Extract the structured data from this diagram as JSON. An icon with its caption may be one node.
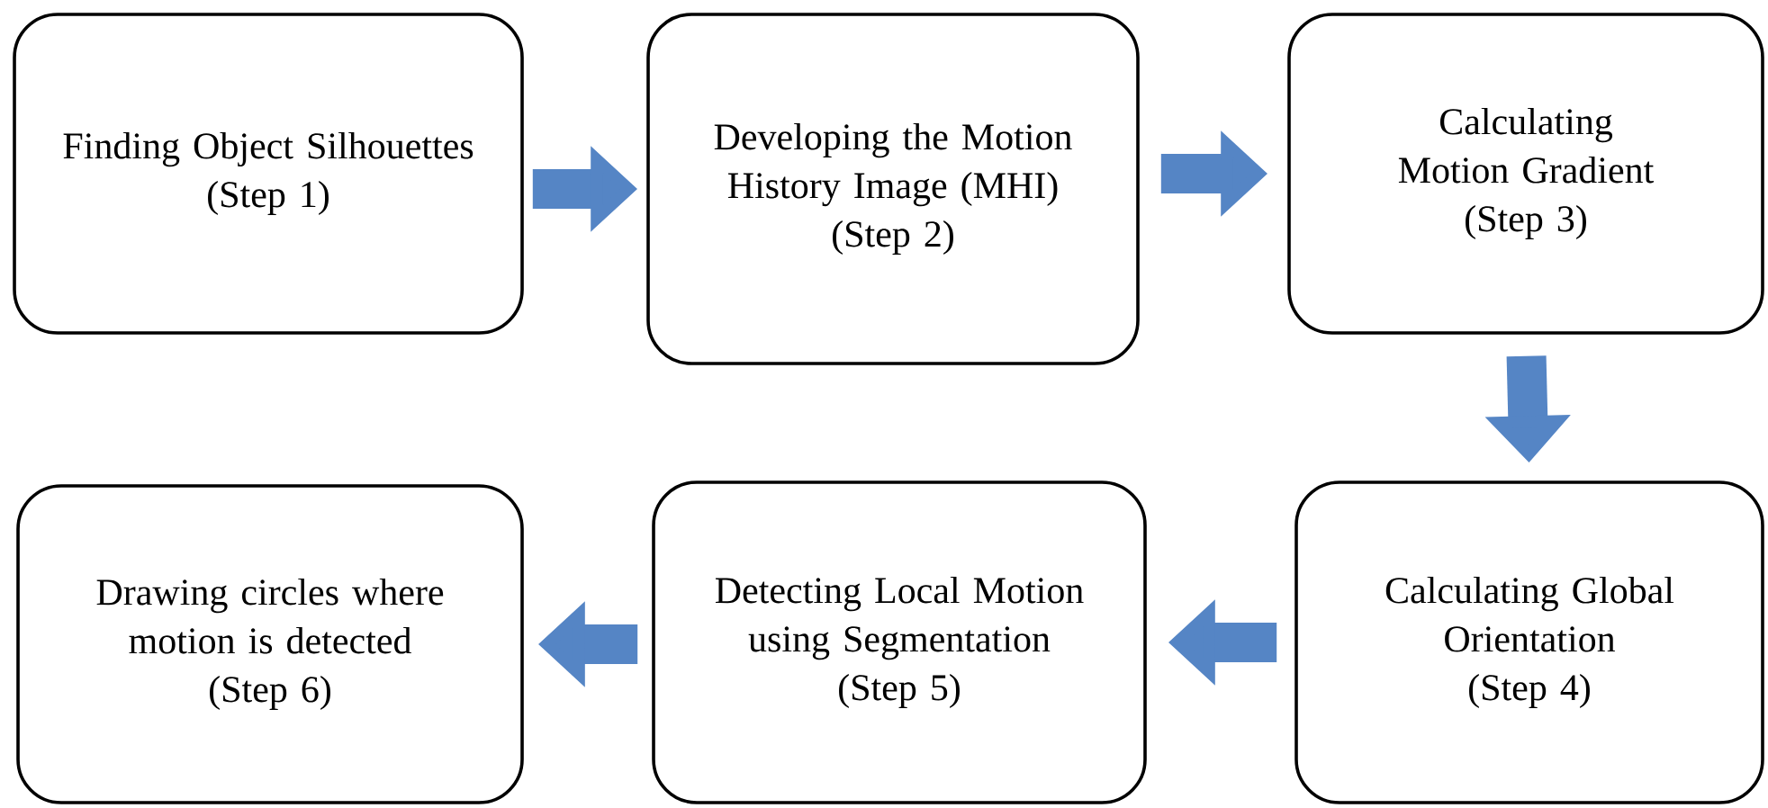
{
  "diagram": {
    "nodes": [
      {
        "text": [
          "Finding Object Silhouettes",
          "(Step 1)"
        ]
      },
      {
        "text": [
          "Developing the Motion History Image (MHI)",
          "(Step 2)"
        ]
      },
      {
        "text": [
          "Calculating Motion Gradient",
          "(Step 3)"
        ]
      },
      {
        "text": [
          "Calculating Global Orientation",
          "(Step 4)"
        ]
      },
      {
        "text": [
          "Detecting Local Motion using Segmentation",
          "(Step 5)"
        ]
      },
      {
        "text": [
          "Drawing circles where motion is detected",
          "(Step 6)"
        ]
      }
    ],
    "edges": [
      {
        "from": 0,
        "to": 1,
        "arrow": "to"
      },
      {
        "from": 1,
        "to": 2,
        "arrow": "to"
      },
      {
        "from": 2,
        "to": 3,
        "arrow": "to"
      },
      {
        "from": 3,
        "to": 4,
        "arrow": "to"
      },
      {
        "from": 4,
        "to": 5,
        "arrow": "to"
      }
    ]
  }
}
